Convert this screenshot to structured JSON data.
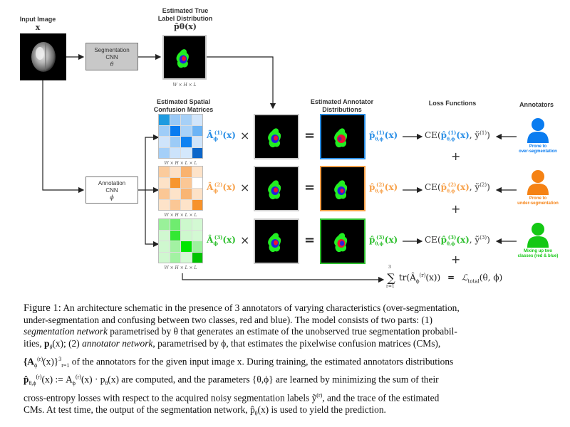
{
  "diagram": {
    "input": {
      "title": "Input Image",
      "symbol": "x"
    },
    "segmentation_cnn": {
      "line1": "Segmentation",
      "line2": "CNN",
      "param": "θ"
    },
    "annotation_cnn": {
      "line1": "Annotation",
      "line2": "CNN",
      "param": "ϕ"
    },
    "true_label": {
      "title_line1": "Estimated True",
      "title_line2": "Label Distribution",
      "symbol": "p̂θ(x)",
      "dims": "W × H × L"
    },
    "confusion_header": {
      "line1": "Estimated Spatial",
      "line2": "Confusion Matrices"
    },
    "annotator_dist_header": {
      "line1": "Estimated Annotator",
      "line2": "Distributions"
    },
    "loss_header": "Loss Functions",
    "annotators_header": "Annotators",
    "cm_dims": "W × H × L × L",
    "times_symbol": "×",
    "equals_symbol": "=",
    "plus_symbol": "+",
    "arrow_symbol": "⟶",
    "rows": [
      {
        "index": "1",
        "color": "#2b8fe6",
        "cm_label": "Â",
        "cm_sub": "ϕ",
        "cm_sup": "(1)",
        "cm_arg": "(x)",
        "dist_label": "p̂",
        "dist_sub": "θ,ϕ",
        "dist_sup": "(1)",
        "dist_arg": "(x)",
        "loss_prefix": "CE(",
        "loss_mid": ", ỹ",
        "loss_sup": "(1)",
        "loss_suffix": ")",
        "annotator_line1": "Prone to",
        "annotator_line2": "over-segmentation",
        "annotator_color": "#0a7cf0",
        "cm_cells": [
          "#1e9be0",
          "#99c9f7",
          "#a6d0f7",
          "#d2e6fb",
          "#9fcdf8",
          "#0a7cf0",
          "#a9d2f8",
          "#6cb4f5",
          "#cfe4fb",
          "#9ccbf7",
          "#0f82f1",
          "#cfe5fb",
          "#a4cff8",
          "#cce3fb",
          "#d4e8fc",
          "#0c66c9"
        ]
      },
      {
        "index": "2",
        "color": "#f7a14a",
        "cm_label": "Â",
        "cm_sub": "ϕ",
        "cm_sup": "(2)",
        "cm_arg": "(x)",
        "dist_label": "p̂",
        "dist_sub": "θ,ϕ",
        "dist_sup": "(2)",
        "dist_arg": "(x)",
        "loss_prefix": "CE(",
        "loss_mid": ", ỹ",
        "loss_sup": "(2)",
        "loss_suffix": ")",
        "annotator_line1": "Prone to",
        "annotator_line2": "under-segmentation",
        "annotator_color": "#f58214",
        "cm_cells": [
          "#fbcb9c",
          "#fde1c6",
          "#f9b26e",
          "#fde3c9",
          "#fde2c7",
          "#f7962f",
          "#fbc795",
          "#ffffff",
          "#fbc795",
          "#fde3c9",
          "#f9b574",
          "#fde2c7",
          "#fde3c9",
          "#fbc795",
          "#fde3c9",
          "#f7922a"
        ]
      },
      {
        "index": "3",
        "color": "#2fbf2f",
        "cm_label": "Â",
        "cm_sub": "ϕ",
        "cm_sup": "(3)",
        "cm_arg": "(x)",
        "dist_label": "p̂",
        "dist_sub": "θ,ϕ",
        "dist_sup": "(3)",
        "dist_arg": "(x)",
        "loss_prefix": "CE(",
        "loss_mid": ", ỹ",
        "loss_sup": "(3)",
        "loss_suffix": ")",
        "annotator_line1": "Mixing up two",
        "annotator_line2": "classes (red & blue)",
        "annotator_color": "#14c814",
        "cm_cells": [
          "#99f199",
          "#6fec6f",
          "#ccf8cc",
          "#d3f9d3",
          "#d0f8d0",
          "#33e833",
          "#cdf8cd",
          "#d3f9d3",
          "#cff8cf",
          "#a2f2a2",
          "#00e600",
          "#9df19d",
          "#cff8cf",
          "#a2f2a2",
          "#d3f9d3",
          "#00c300"
        ]
      }
    ],
    "total_loss": {
      "sum_upper": "3",
      "sum_lower": "r=1",
      "sum_symbol": "∑",
      "trace": "tr(Â",
      "trace_sub": "ϕ",
      "trace_sup": "(r)",
      "trace_arg": "(x))",
      "equals": "=",
      "result": "ℒ",
      "result_sub": "total",
      "result_args": "(θ, ϕ)"
    },
    "seg_colors": {
      "background": "#000000",
      "green": "#22ee22",
      "blue": "#2222dd",
      "red": "#ee1133"
    }
  },
  "caption": {
    "label": "Figure 1:",
    "line1": "An architecture schematic in the presence of 3 annotators of varying characteristics (over-segmentation,",
    "line2": "under-segmentation and confusing between two classes, red and blue). The model consists of two parts: (1)",
    "seg_net": "segmentation network",
    "line3_rest": " parametrised by θ that generates an estimate of the unobserved true segmentation probabil-",
    "line4_start": "ities, ",
    "p_theta": "p",
    "p_theta_sub": "θ",
    "line4_mid": "(x); (2) ",
    "ann_net": "annotator network",
    "line4_rest": ", parametrised by ϕ, that estimates the pixelwise confusion matrices (CMs),",
    "line5_set": "{A",
    "line5_set_sub": "ϕ",
    "line5_set_sup": "(r)",
    "line5_set_arg": "(x)}",
    "line5_set_lower": "r=1",
    "line5_set_upper": "3",
    "line5_rest": " of the annotators for the given input image x. During training, the estimated annotators distributions",
    "line6_p": "p̂",
    "line6_p_sub": "θ,ϕ",
    "line6_p_sup": "(r)",
    "line6_def": "(x) := A",
    "line6_a_sub": "ϕ",
    "line6_a_sup": "(r)",
    "line6_def2": "(x) · p",
    "line6_p2_sub": "θ",
    "line6_rest": "(x) are computed, and the parameters {θ,ϕ} are learned by minimizing the sum of their",
    "line7": "cross-entropy losses with respect to the acquired noisy segmentation labels ỹ",
    "line7_sup": "(r)",
    "line7_rest": ", and the trace of the estimated",
    "line8": "CMs. At test time, the output of the segmentation network, p̂",
    "line8_sub": "θ",
    "line8_rest": "(x) is used to yield the prediction."
  }
}
